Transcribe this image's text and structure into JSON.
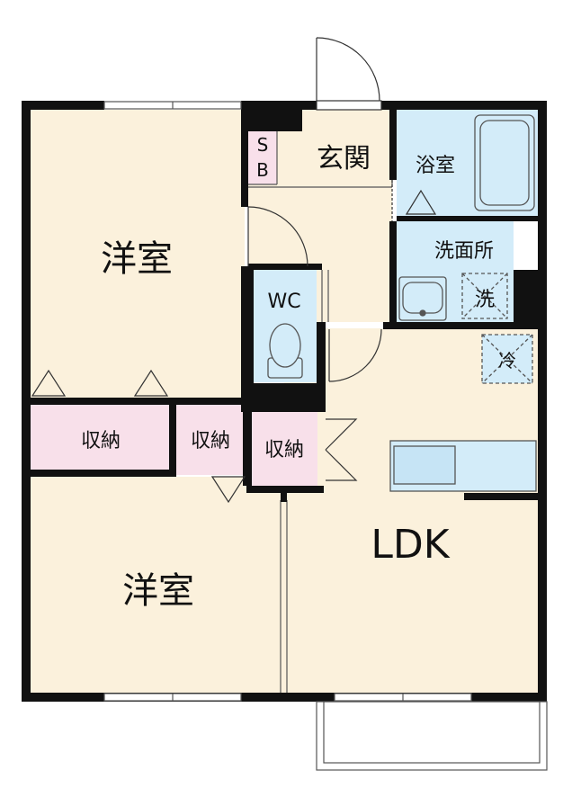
{
  "rooms": {
    "western_top": "洋室",
    "western_bottom": "洋室",
    "ldk": "LDK",
    "entrance": "玄関",
    "bath": "浴室",
    "washroom": "洗面所",
    "wc": "WC",
    "storage_left": "収納",
    "storage_mid": "収納",
    "storage_right": "収納",
    "shoebox_s": "S",
    "shoebox_b": "B",
    "washer": "洗",
    "fridge": "冷"
  },
  "colors": {
    "floor": "#fbf1dc",
    "wet": "#d3ecf9",
    "storage": "#f8e0ea",
    "wall": "#111111",
    "line": "#555555"
  }
}
